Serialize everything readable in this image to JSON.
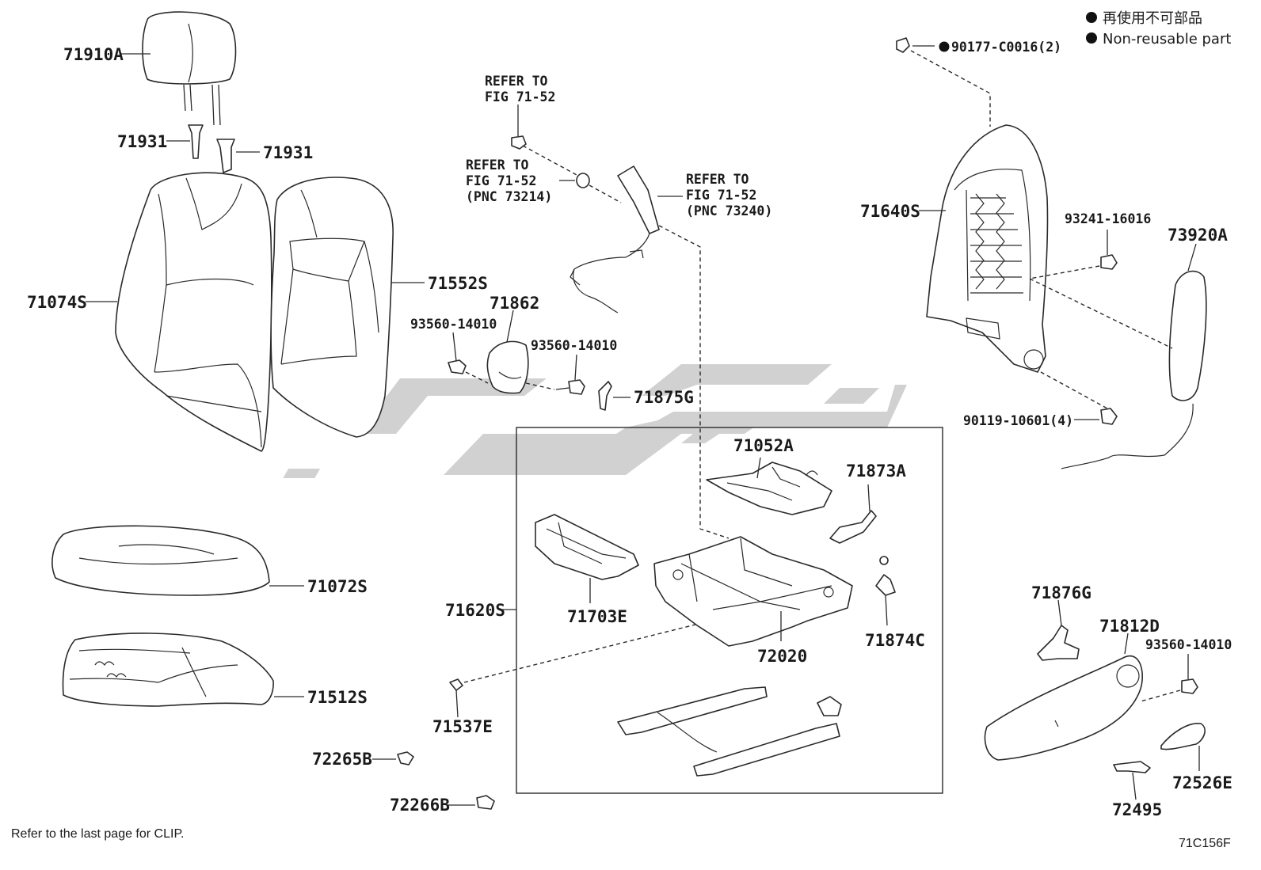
{
  "legend": {
    "jp": "再使用不可部品",
    "en": "Non-reusable part"
  },
  "labels": {
    "l71910A": "71910A",
    "l71931a": "71931",
    "l71931b": "71931",
    "l71074S": "71074S",
    "l71552S": "71552S",
    "l71072S": "71072S",
    "l71512S": "71512S",
    "l72265B": "72265B",
    "l72266B": "72266B",
    "l71862": "71862",
    "l93560a": "93560-14010",
    "l93560b": "93560-14010",
    "l71875G": "71875G",
    "l71537E": "71537E",
    "l71620S": "71620S",
    "l71703E": "71703E",
    "l71052A": "71052A",
    "l71873A": "71873A",
    "l71874C": "71874C",
    "l72020": "72020",
    "l90177": "90177-C0016(2)",
    "l71640S": "71640S",
    "l93241": "93241-16016",
    "l73920A": "73920A",
    "l90119": "90119-10601(4)",
    "l71876G": "71876G",
    "l71812D": "71812D",
    "l93560c": "93560-14010",
    "l72526E": "72526E",
    "l72495": "72495"
  },
  "refs": {
    "r1a": "REFER TO",
    "r1b": "FIG 71-52",
    "r2a": "REFER TO",
    "r2b": "FIG 71-52",
    "r2c": "(PNC 73214)",
    "r3a": "REFER TO",
    "r3b": "FIG 71-52",
    "r3c": "(PNC 73240)"
  },
  "footer": {
    "note": "Refer to the last page for CLIP.",
    "code": "71C156F"
  },
  "colors": {
    "line": "#2a2a2a",
    "watermark": "#c8c8c8"
  }
}
